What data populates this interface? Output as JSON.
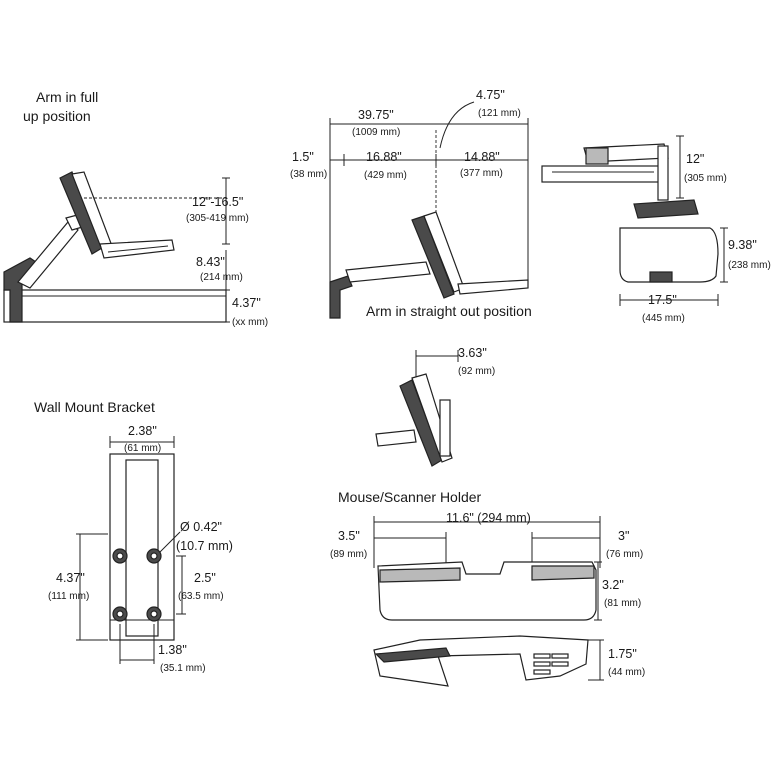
{
  "titles": {
    "arm_full_up_1": "Arm in full",
    "arm_full_up_2": "up position",
    "arm_straight": "Arm in straight out position",
    "wall_bracket": "Wall Mount Bracket",
    "mouse_holder": "Mouse/Scanner Holder"
  },
  "dims": {
    "d12_16": "12\"-16.5\"",
    "d12_16_mm": "(305-419 mm)",
    "d8_43": "8.43\"",
    "d8_43_mm": "(214 mm)",
    "d4_37a": "4.37\"",
    "d4_37a_mm": "(xx mm)",
    "d39_75": "39.75\"",
    "d39_75_mm": "(1009 mm)",
    "d4_75": "4.75\"",
    "d4_75_mm": "(121 mm)",
    "d1_5": "1.5\"",
    "d1_5_mm": "(38 mm)",
    "d16_88": "16.88\"",
    "d16_88_mm": "(429 mm)",
    "d14_88": "14.88\"",
    "d14_88_mm": "(377 mm)",
    "d12": "12\"",
    "d12_mm": "(305 mm)",
    "d9_38": "9.38\"",
    "d9_38_mm": "(238 mm)",
    "d17_5": "17.5\"",
    "d17_5_mm": "(445 mm)",
    "d3_63": "3.63\"",
    "d3_63_mm": "(92 mm)",
    "d2_38": "2.38\"",
    "d2_38_mm": "(61 mm)",
    "d0_42": "Ø 0.42\"",
    "d0_42_mm": "(10.7 mm)",
    "d4_37b": "4.37\"",
    "d4_37b_mm": "(111 mm)",
    "d2_5": "2.5\"",
    "d2_5_mm": "(63.5 mm)",
    "d1_38": "1.38\"",
    "d1_38_mm": "(35.1 mm)",
    "d11_6": "11.6\" (294 mm)",
    "d3_5": "3.5\"",
    "d3_5_mm": "(89 mm)",
    "d3": "3\"",
    "d3_mm": "(76 mm)",
    "d3_2": "3.2\"",
    "d3_2_mm": "(81 mm)",
    "d1_75": "1.75\"",
    "d1_75_mm": "(44 mm)"
  }
}
